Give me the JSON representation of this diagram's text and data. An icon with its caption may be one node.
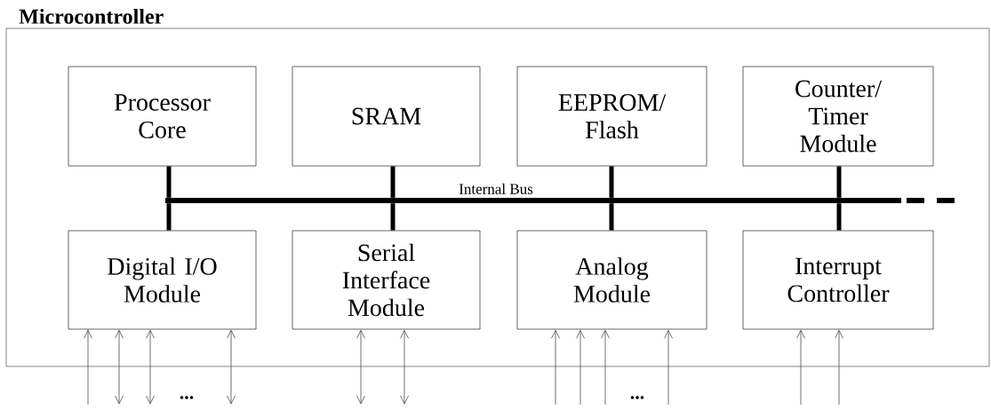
{
  "diagram": {
    "nodes": [
      {
        "text": [
          "Microcontroller"
        ]
      },
      {
        "text": [
          "Processor Core"
        ],
        "in": 0
      },
      {
        "text": [
          "SRAM"
        ],
        "in": 0
      },
      {
        "text": [
          "EEPROM/ Flash"
        ],
        "in": 0
      },
      {
        "text": [
          "Counter/ Timer Module"
        ],
        "in": 0
      },
      {
        "text": [
          "Digital I/O Module"
        ],
        "in": 0
      },
      {
        "text": [
          "Serial Interface Module"
        ],
        "in": 0
      },
      {
        "text": [
          "Analog Module"
        ],
        "in": 0
      },
      {
        "text": [
          "Interrupt Controller"
        ],
        "in": 0
      },
      {
        "text": [],
        "shape": "bar",
        "beside": [
          "Internal Bus"
        ],
        "in": 0
      }
    ],
    "edges": [
      {
        "from": 1,
        "to": 9,
        "arrow": "none",
        "style": "thick"
      },
      {
        "from": 2,
        "to": 9,
        "arrow": "none",
        "style": "thick"
      },
      {
        "from": 3,
        "to": 9,
        "arrow": "none",
        "style": "thick"
      },
      {
        "from": 4,
        "to": 9,
        "arrow": "none",
        "style": "thick"
      },
      {
        "from": 5,
        "to": 9,
        "arrow": "none",
        "style": "thick"
      },
      {
        "from": 6,
        "to": 9,
        "arrow": "none",
        "style": "thick"
      },
      {
        "from": 7,
        "to": 9,
        "arrow": "none",
        "style": "thick"
      },
      {
        "from": 8,
        "to": 9,
        "arrow": "none",
        "style": "thick"
      },
      {
        "from": null,
        "to": 5,
        "arrow": "to"
      },
      {
        "from": null,
        "to": 5,
        "arrow": "both"
      },
      {
        "from": null,
        "to": 5,
        "arrow": "both"
      },
      {
        "from": null,
        "to": 5,
        "arrow": "both"
      },
      {
        "from": null,
        "to": 6,
        "arrow": "both"
      },
      {
        "from": null,
        "to": 6,
        "arrow": "both"
      },
      {
        "from": null,
        "to": 7,
        "arrow": "to"
      },
      {
        "from": null,
        "to": 7,
        "arrow": "to"
      },
      {
        "from": null,
        "to": 7,
        "arrow": "to"
      },
      {
        "from": null,
        "to": 7,
        "arrow": "to"
      },
      {
        "from": null,
        "to": 8,
        "arrow": "to"
      },
      {
        "from": null,
        "to": 8,
        "arrow": "to"
      }
    ],
    "labels": [
      "...",
      "..."
    ]
  }
}
